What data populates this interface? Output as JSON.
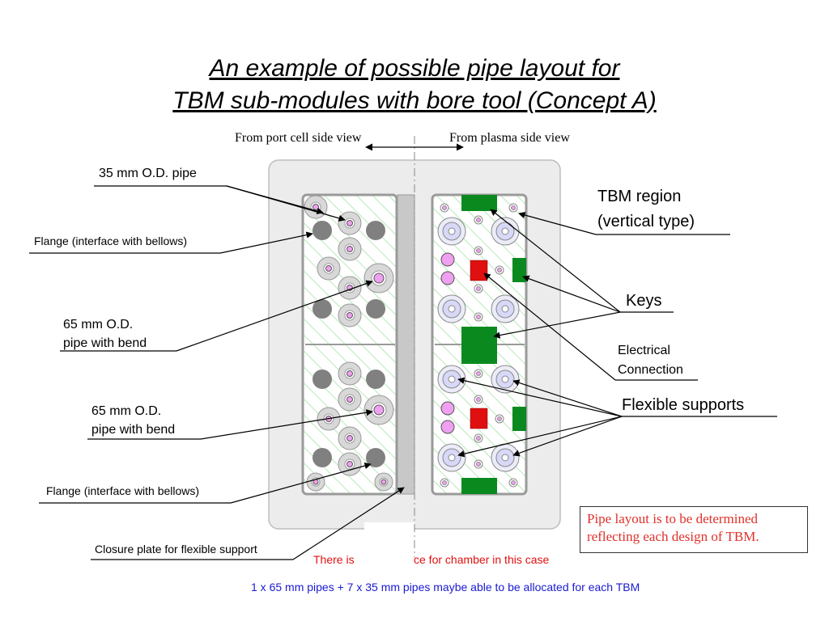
{
  "title": {
    "line1": "An example of possible pipe layout for",
    "line2": "TBM sub-modules with bore tool (Concept A)"
  },
  "views": {
    "port_cell": "From port cell side view",
    "plasma": "From plasma side view"
  },
  "labels": {
    "pipe_35": "35 mm O.D. pipe",
    "flange_top": "Flange (interface with bellows)",
    "pipe_65_top_1": "65 mm O.D.",
    "pipe_65_top_2": "pipe with bend",
    "pipe_65_bot_1": "65 mm O.D.",
    "pipe_65_bot_2": "pipe with bend",
    "flange_bottom": "Flange (interface with bellows)",
    "closure_plate": "Closure plate for flexible support",
    "tbm_region_1": "TBM region",
    "tbm_region_2": "(vertical type)",
    "keys": "Keys",
    "electrical_1": "Electrical",
    "electrical_2": "Connection",
    "flexible_supports": "Flexible supports"
  },
  "notes": {
    "chamber_a": "There is",
    "chamber_b": "ce for chamber in this case",
    "allocation": "1 x 65 mm pipes + 7 x 35 mm pipes maybe able to be allocated for each TBM",
    "pipe_layout_1": "Pipe layout is to be determined",
    "pipe_layout_2": "reflecting each design of TBM."
  },
  "colors": {
    "key_green": "#0a8a1e",
    "connector_red": "#e01010",
    "pipe_pink": "#f0a0f0",
    "pipe_lavender": "#d8d8f8",
    "flange_gray": "#808080",
    "note_red": "#e0302a",
    "allocation_blue": "#1a1ad0",
    "hatch_green": "#9be09b"
  }
}
